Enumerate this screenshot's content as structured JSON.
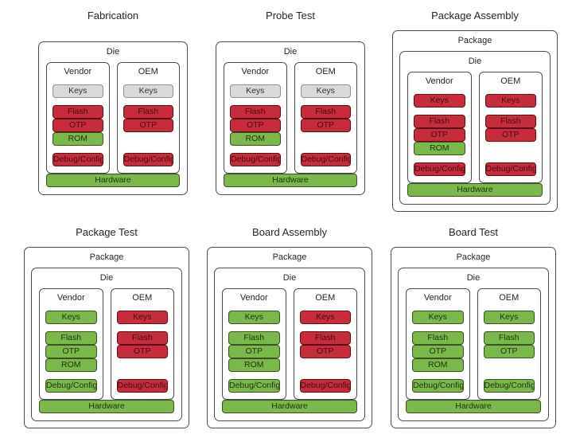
{
  "page": {
    "background": "#ffffff"
  },
  "colors": {
    "red": "#c72c3c",
    "green": "#7ab84c",
    "gray": "#d9d9d9",
    "box_border": "#4d4d4d",
    "text": "#262626"
  },
  "stages": [
    {
      "title": "Fabrication",
      "has_package": false,
      "die_label": "Die",
      "columns": [
        {
          "label": "Vendor",
          "keys": {
            "label": "Keys",
            "state": "gray"
          },
          "memory": [
            {
              "label": "Flash",
              "state": "red"
            },
            {
              "label": "OTP",
              "state": "red"
            },
            {
              "label": "ROM",
              "state": "green"
            }
          ],
          "debug": {
            "label": "Debug/Config",
            "state": "red"
          }
        },
        {
          "label": "OEM",
          "keys": {
            "label": "Keys",
            "state": "gray"
          },
          "memory": [
            {
              "label": "Flash",
              "state": "red"
            },
            {
              "label": "OTP",
              "state": "red"
            }
          ],
          "debug": {
            "label": "Debug/Config",
            "state": "red"
          }
        }
      ],
      "hardware": {
        "label": "Hardware",
        "state": "green"
      }
    },
    {
      "title": "Probe Test",
      "has_package": false,
      "die_label": "Die",
      "columns": [
        {
          "label": "Vendor",
          "keys": {
            "label": "Keys",
            "state": "gray"
          },
          "memory": [
            {
              "label": "Flash",
              "state": "red"
            },
            {
              "label": "OTP",
              "state": "red"
            },
            {
              "label": "ROM",
              "state": "green"
            }
          ],
          "debug": {
            "label": "Debug/Config",
            "state": "red"
          }
        },
        {
          "label": "OEM",
          "keys": {
            "label": "Keys",
            "state": "gray"
          },
          "memory": [
            {
              "label": "Flash",
              "state": "red"
            },
            {
              "label": "OTP",
              "state": "red"
            }
          ],
          "debug": {
            "label": "Debug/Config",
            "state": "red"
          }
        }
      ],
      "hardware": {
        "label": "Hardware",
        "state": "green"
      }
    },
    {
      "title": "Package Assembly",
      "has_package": true,
      "package_label": "Package",
      "die_label": "Die",
      "columns": [
        {
          "label": "Vendor",
          "keys": {
            "label": "Keys",
            "state": "red"
          },
          "memory": [
            {
              "label": "Flash",
              "state": "red"
            },
            {
              "label": "OTP",
              "state": "red"
            },
            {
              "label": "ROM",
              "state": "green"
            }
          ],
          "debug": {
            "label": "Debug/Config",
            "state": "red"
          }
        },
        {
          "label": "OEM",
          "keys": {
            "label": "Keys",
            "state": "red"
          },
          "memory": [
            {
              "label": "Flash",
              "state": "red"
            },
            {
              "label": "OTP",
              "state": "red"
            }
          ],
          "debug": {
            "label": "Debug/Config",
            "state": "red"
          }
        }
      ],
      "hardware": {
        "label": "Hardware",
        "state": "green"
      }
    },
    {
      "title": "Package Test",
      "has_package": true,
      "package_label": "Package",
      "die_label": "Die",
      "columns": [
        {
          "label": "Vendor",
          "keys": {
            "label": "Keys",
            "state": "green"
          },
          "memory": [
            {
              "label": "Flash",
              "state": "green"
            },
            {
              "label": "OTP",
              "state": "green"
            },
            {
              "label": "ROM",
              "state": "green"
            }
          ],
          "debug": {
            "label": "Debug/Config",
            "state": "green"
          }
        },
        {
          "label": "OEM",
          "keys": {
            "label": "Keys",
            "state": "red"
          },
          "memory": [
            {
              "label": "Flash",
              "state": "red"
            },
            {
              "label": "OTP",
              "state": "red"
            }
          ],
          "debug": {
            "label": "Debug/Config",
            "state": "red"
          }
        }
      ],
      "hardware": {
        "label": "Hardware",
        "state": "green"
      }
    },
    {
      "title": "Board Assembly",
      "has_package": true,
      "package_label": "Package",
      "die_label": "Die",
      "columns": [
        {
          "label": "Vendor",
          "keys": {
            "label": "Keys",
            "state": "green"
          },
          "memory": [
            {
              "label": "Flash",
              "state": "green"
            },
            {
              "label": "OTP",
              "state": "green"
            },
            {
              "label": "ROM",
              "state": "green"
            }
          ],
          "debug": {
            "label": "Debug/Config",
            "state": "green"
          }
        },
        {
          "label": "OEM",
          "keys": {
            "label": "Keys",
            "state": "red"
          },
          "memory": [
            {
              "label": "Flash",
              "state": "red"
            },
            {
              "label": "OTP",
              "state": "red"
            }
          ],
          "debug": {
            "label": "Debug/Config",
            "state": "red"
          }
        }
      ],
      "hardware": {
        "label": "Hardware",
        "state": "green"
      }
    },
    {
      "title": "Board Test",
      "has_package": true,
      "package_label": "Package",
      "die_label": "Die",
      "columns": [
        {
          "label": "Vendor",
          "keys": {
            "label": "Keys",
            "state": "green"
          },
          "memory": [
            {
              "label": "Flash",
              "state": "green"
            },
            {
              "label": "OTP",
              "state": "green"
            },
            {
              "label": "ROM",
              "state": "green"
            }
          ],
          "debug": {
            "label": "Debug/Config",
            "state": "green"
          }
        },
        {
          "label": "OEM",
          "keys": {
            "label": "Keys",
            "state": "green"
          },
          "memory": [
            {
              "label": "Flash",
              "state": "green"
            },
            {
              "label": "OTP",
              "state": "green"
            }
          ],
          "debug": {
            "label": "Debug/Config",
            "state": "green"
          }
        }
      ],
      "hardware": {
        "label": "Hardware",
        "state": "green"
      }
    }
  ]
}
